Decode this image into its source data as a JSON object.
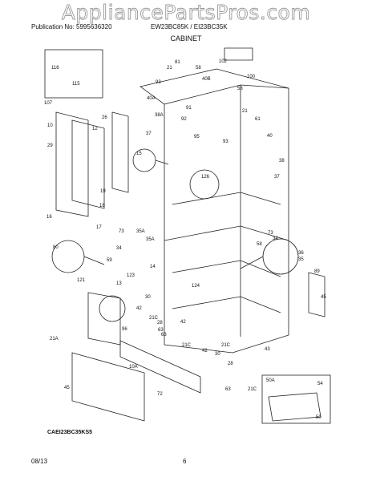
{
  "watermark": "AppliancePartsPros.com",
  "header": {
    "publication": "Publication No: 5995636320",
    "models": "EW23BC85K / EI23BC35K",
    "section": "CABINET"
  },
  "diagram_code": "CAEI23BC35KS5",
  "footer": {
    "date": "08/13",
    "page": "6"
  },
  "callouts": [
    "116",
    "115",
    "102",
    "100",
    "81",
    "58",
    "21",
    "40B",
    "93",
    "58",
    "40A",
    "91",
    "107",
    "26",
    "92",
    "38A",
    "21",
    "61",
    "10",
    "12",
    "95",
    "93",
    "40",
    "37",
    "29",
    "15",
    "38",
    "126",
    "37",
    "19",
    "18",
    "16",
    "17",
    "73",
    "35A",
    "35A",
    "80",
    "34",
    "59",
    "58",
    "73",
    "34",
    "36",
    "35",
    "14",
    "89",
    "123",
    "121",
    "13",
    "124",
    "30",
    "45",
    "42",
    "21C",
    "28",
    "63",
    "96",
    "42",
    "63",
    "21A",
    "21C",
    "10A",
    "43",
    "42",
    "21C",
    "30",
    "45",
    "28",
    "72",
    "63",
    "21C",
    "50A",
    "54",
    "50"
  ]
}
